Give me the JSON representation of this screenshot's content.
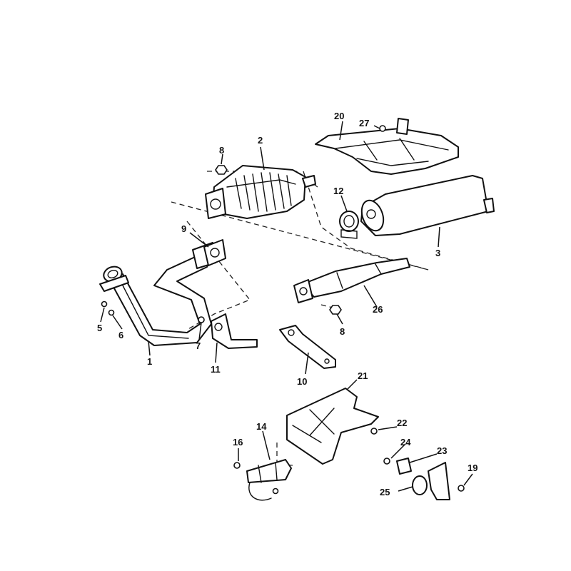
{
  "callouts": {
    "c1": "1",
    "c2": "2",
    "c3": "3",
    "c5": "5",
    "c6": "6",
    "c7": "7",
    "c8a": "8",
    "c8b": "8",
    "c9": "9",
    "c10": "10",
    "c11": "11",
    "c12": "12",
    "c14": "14",
    "c16": "16",
    "c19": "19",
    "c20": "20",
    "c21": "21",
    "c22": "22",
    "c23": "23",
    "c24": "24",
    "c25": "25",
    "c26": "26",
    "c27": "27"
  }
}
